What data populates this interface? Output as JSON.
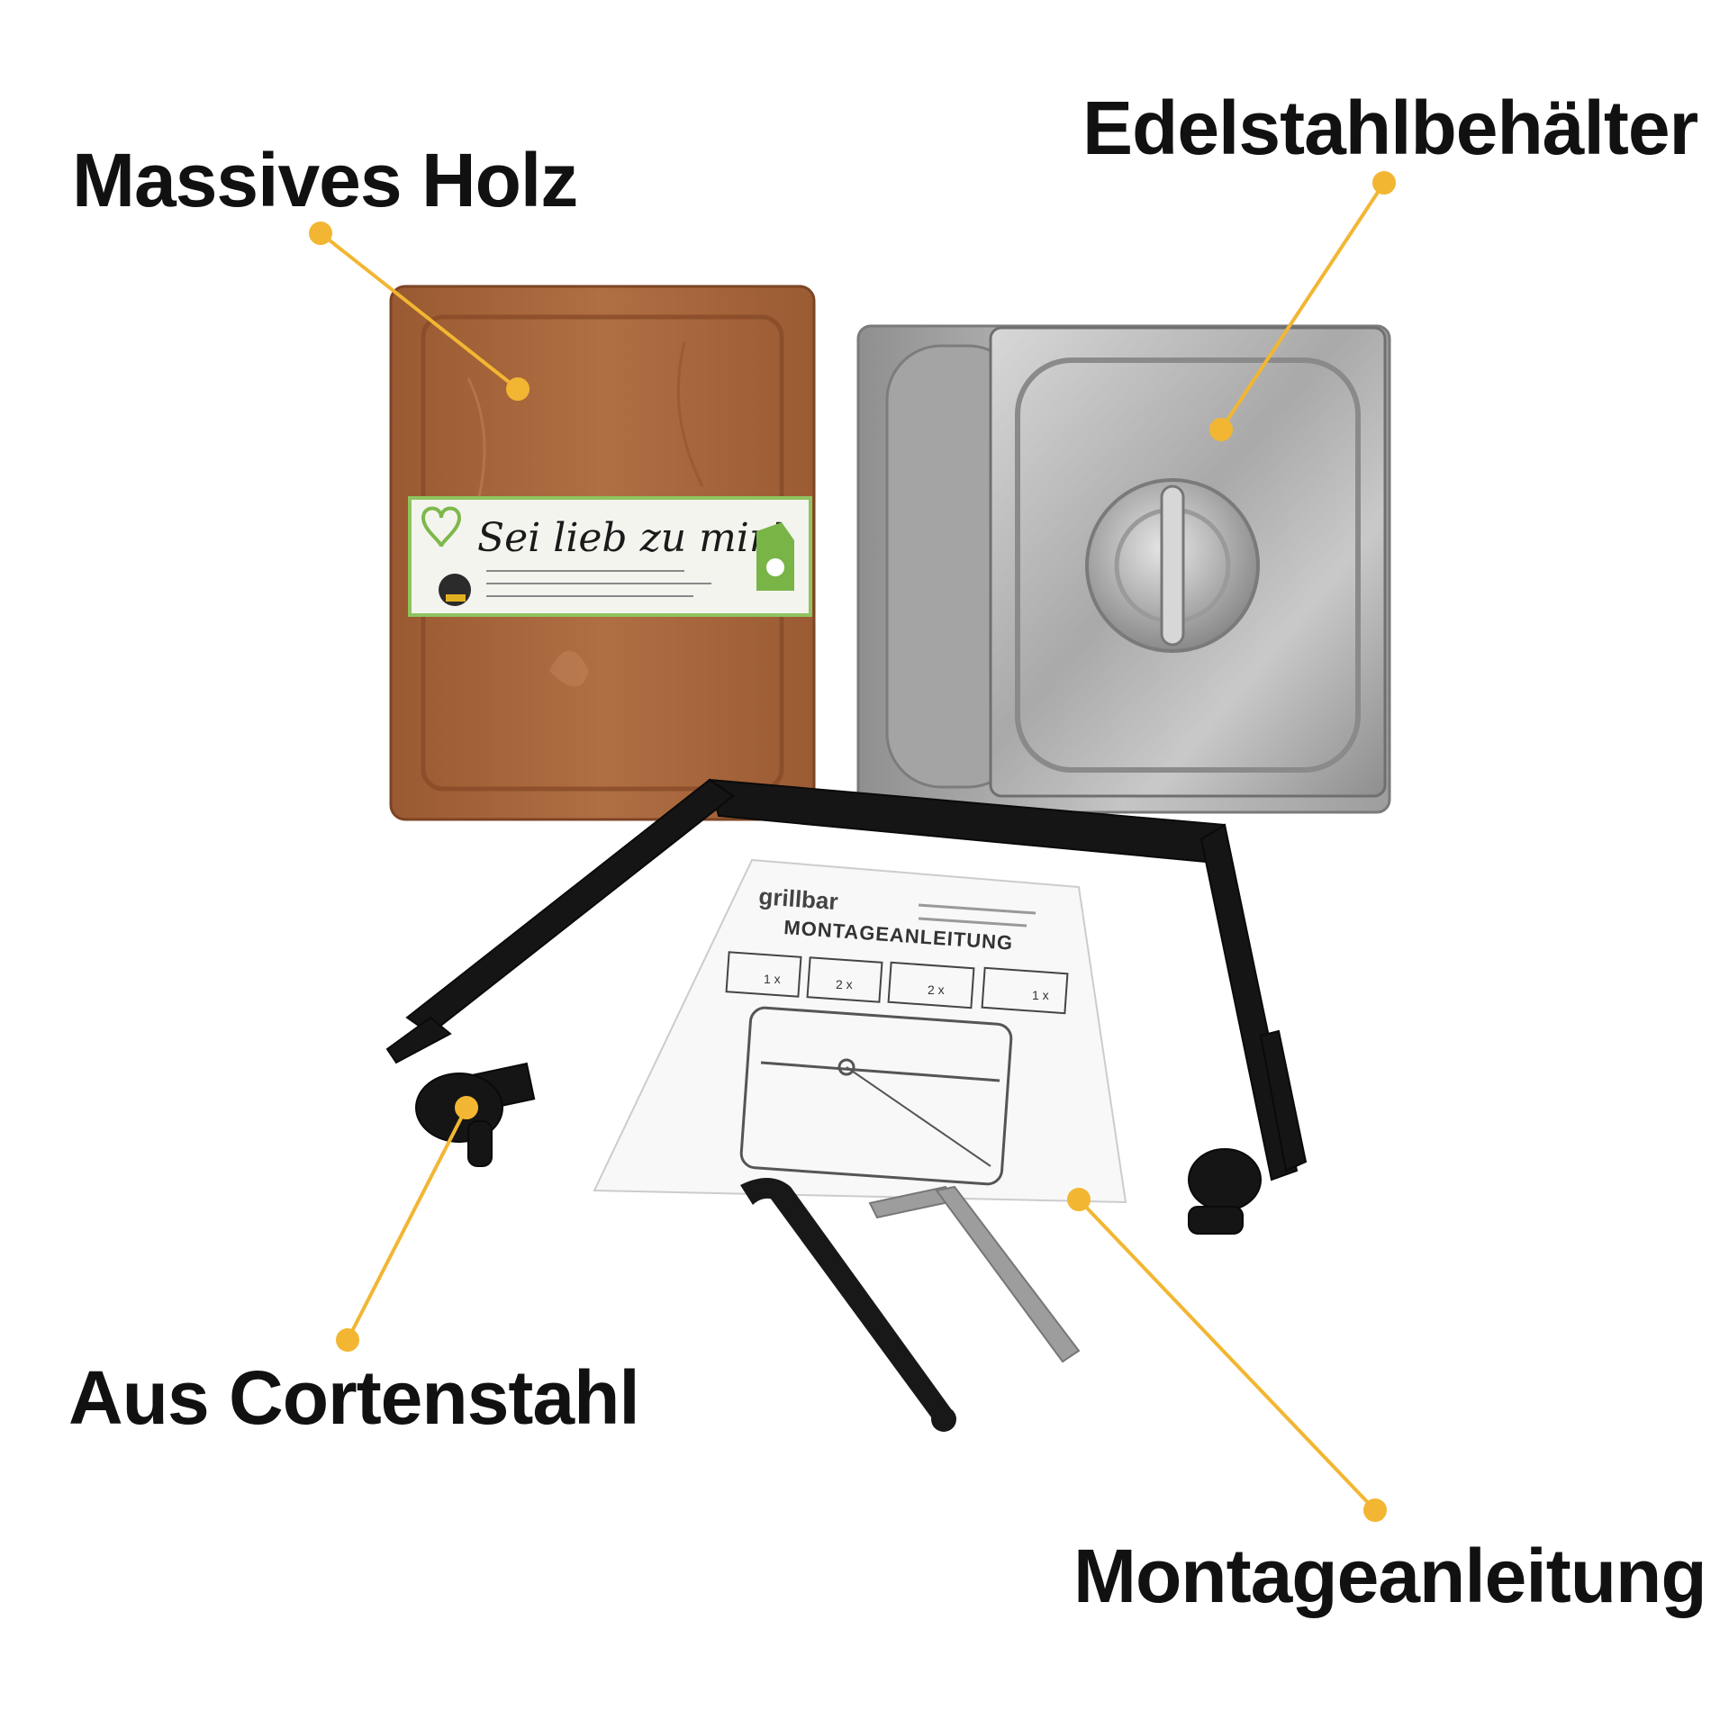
{
  "labels": {
    "holz": "Massives Holz",
    "edelstahl": "Edelstahlbehälter",
    "cortenstahl": "Aus Cortenstahl",
    "montage": "Montageanleitung"
  },
  "board_sleeve": {
    "slogan": "Sei lieb zu mir!"
  },
  "manual_sheet": {
    "brand": "grillbar",
    "heading": "MONTAGEANLEITUNG",
    "counts": [
      "1 x",
      "2 x",
      "2 x",
      "1 x"
    ]
  },
  "colors": {
    "accent": "#f2b632",
    "text": "#111111",
    "wood": "#a8663a",
    "steel": "#b9b9b9",
    "corten": "#161616",
    "sleeve_green": "#7db94a"
  }
}
